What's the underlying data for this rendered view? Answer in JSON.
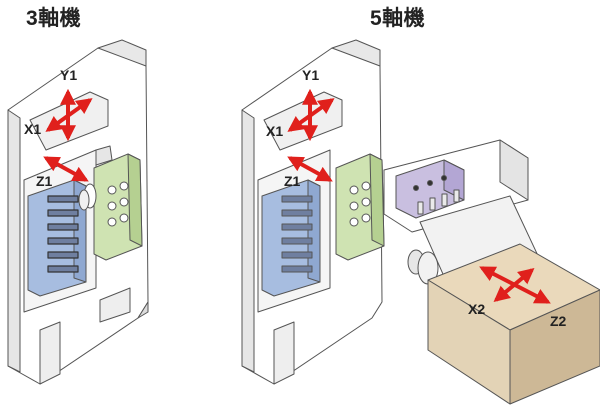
{
  "titles": {
    "left": "3軸機",
    "right": "5軸機"
  },
  "labels": {
    "y1": "Y1",
    "x1": "X1",
    "z1": "Z1",
    "x2": "X2",
    "z2": "Z2"
  },
  "colors": {
    "arrow": "#e0201c",
    "frame": "#ffffff",
    "frame_shade": "#dcdcdc",
    "line": "#555555",
    "blue_block": "#a7bde0",
    "green_block": "#cfe3b2",
    "purple_block": "#c9bfe0",
    "tan_box": "#e3d3b6",
    "tan_box_side": "#cdb896"
  }
}
